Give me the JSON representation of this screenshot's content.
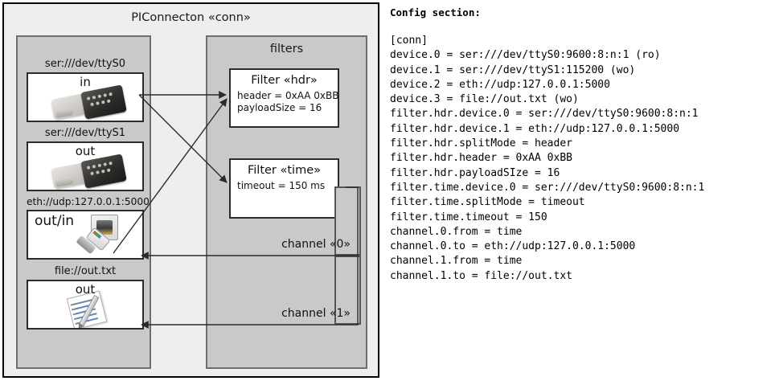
{
  "diagram": {
    "title": "PIConnecton «conn»",
    "devices_panel": {
      "items": [
        {
          "label": "ser:///dev/ttyS0",
          "direction": "in",
          "icon": "serial-port-icon"
        },
        {
          "label": "ser:///dev/ttyS1",
          "direction": "out",
          "icon": "serial-port-icon"
        },
        {
          "label": "eth://udp:127.0.0.1:5000",
          "direction": "out/in",
          "icon": "ethernet-icon"
        },
        {
          "label": "file://out.txt",
          "direction": "out",
          "icon": "text-file-icon"
        }
      ]
    },
    "filters_panel": {
      "title": "filters",
      "filters": [
        {
          "title": "Filter «hdr»",
          "props": [
            "header = 0xAA 0xBB",
            "payloadSize = 16"
          ]
        },
        {
          "title": "Filter «time»",
          "props": [
            "timeout = 150 ms"
          ]
        }
      ],
      "channels": [
        {
          "label": "channel «0»"
        },
        {
          "label": "channel «1»"
        }
      ]
    },
    "colors": {
      "frame_bg": "#eeeeee",
      "panel_bg": "#c9c9c9",
      "box_bg": "#ffffff",
      "stroke": "#2b2b2b"
    }
  },
  "config": {
    "heading": "Config section:",
    "lines": [
      "[conn]",
      "device.0 = ser:///dev/ttyS0:9600:8:n:1 (ro)",
      "device.1 = ser:///dev/ttyS1:115200 (wo)",
      "device.2 = eth://udp:127.0.0.1:5000",
      "device.3 = file://out.txt (wo)",
      "filter.hdr.device.0 = ser:///dev/ttyS0:9600:8:n:1",
      "filter.hdr.device.1 = eth://udp:127.0.0.1:5000",
      "filter.hdr.splitMode = header",
      "filter.hdr.header = 0xAA 0xBB",
      "filter.hdr.payloadSIze = 16",
      "filter.time.device.0 = ser:///dev/ttyS0:9600:8:n:1",
      "filter.time.splitMode = timeout",
      "filter.time.timeout = 150",
      "channel.0.from = time",
      "channel.0.to = eth://udp:127.0.0.1:5000",
      "channel.1.from = time",
      "channel.1.to = file://out.txt"
    ]
  }
}
